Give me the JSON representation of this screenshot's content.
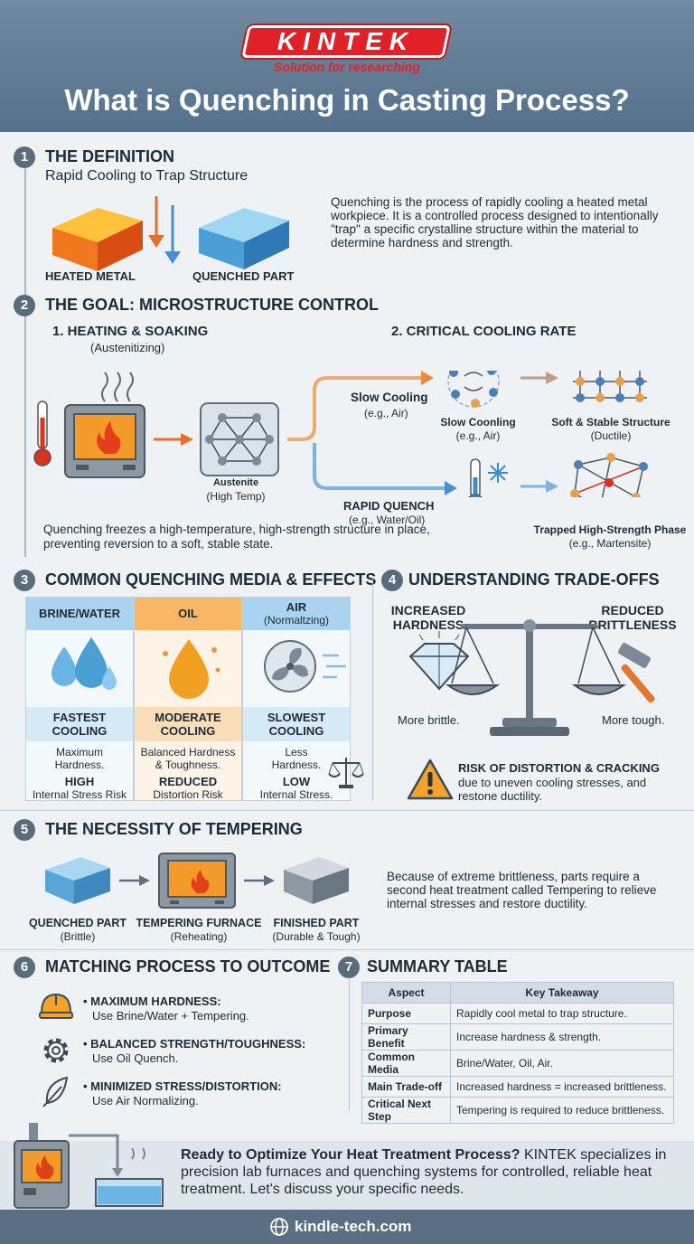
{
  "brand": {
    "logo": "KINTEK",
    "tagline": "Solution for researching"
  },
  "title": "What is Quenching in Casting Process?",
  "s1": {
    "num": "1",
    "title": "THE DEFINITION",
    "subtitle": "Rapid Cooling to Trap Structure",
    "heated_label": "HEATED METAL",
    "quenched_label": "QUENCHED PART",
    "description": "Quenching is the process of rapidly cooling a heated metal workpiece. It is a controlled process designed to intentionally \"trap\" a specific crystalline structure within the material to determine hardness and strength."
  },
  "s2": {
    "num": "2",
    "title": "THE GOAL: MICROSTRUCTURE CONTROL",
    "step1_title": "1. HEATING & SOAKING",
    "step1_sub": "(Austenitizing)",
    "step2_title": "2. CRITICAL COOLING RATE",
    "austenite": "Austenite",
    "austenite_sub": "(High Temp)",
    "slow_cooling": "Slow Cooling",
    "slow_cooling_sub": "(e.g., Air)",
    "slow_coonling": "Slow Coonling",
    "slow_coonling_sub": "(e.g., Air)",
    "soft_stable": "Soft & Stable Structure",
    "soft_stable_sub": "(Ductile)",
    "rapid_quench": "RAPID QUENCH",
    "rapid_quench_sub": "(e.g., Water/Oil)",
    "trapped": "Trapped High-Strength Phase",
    "trapped_sub": "(e.g., Martensite)",
    "note": "Quenching freezes a high-temperature, high-strength structure in place, preventing reversion to a soft, stable state."
  },
  "s3": {
    "num": "3",
    "title": "COMMON QUENCHING MEDIA & EFFECTS",
    "columns": [
      {
        "header": "BRINE/WATER",
        "header_sub": "",
        "rate": "FASTEST COOLING",
        "effect": "Maximum Hardness.",
        "risk_level": "HIGH",
        "risk": "Internal Stress Risk",
        "color": "#cfe5f3"
      },
      {
        "header": "OIL",
        "header_sub": "",
        "rate": "MODERATE COOLING",
        "effect": "Balanced Hardness & Toughness.",
        "risk_level": "REDUCED",
        "risk": "Distortion Risk",
        "color": "#f9d9b0"
      },
      {
        "header": "AIR",
        "header_sub": "(Normaltzing)",
        "rate": "SLOWEST COOLING",
        "effect": "Less Hardness.",
        "risk_level": "LOW",
        "risk": "Internal Stress.",
        "color": "#cfe5f3"
      }
    ]
  },
  "s4": {
    "num": "4",
    "title": "UNDERSTANDING TRADE-OFFS",
    "left_label": "INCREASED HARDNESS",
    "right_label": "REDUCED BRITTLENESS",
    "left_note": "More brittle.",
    "right_note": "More tough.",
    "risk_title": "RISK OF DISTORTION & CRACKING",
    "risk_text": "due to uneven cooling stresses, and restone ductility."
  },
  "s5": {
    "num": "5",
    "title": "THE NECESSITY OF TEMPERING",
    "steps": [
      {
        "label": "QUENCHED PART",
        "sub": "(Brittle)"
      },
      {
        "label": "TEMPERING FURNACE",
        "sub": "(Reheating)"
      },
      {
        "label": "FINISHED PART",
        "sub": "(Durable & Tough)"
      }
    ],
    "description": "Because of extreme brittleness, parts require a second heat treatment called Tempering to relieve internal stresses and restore ductility."
  },
  "s6": {
    "num": "6",
    "title": "MATCHING PROCESS TO OUTCOME",
    "items": [
      {
        "title": "• MAXIMUM HARDNESS:",
        "text": "Use Brine/Water + Tempering.",
        "icon": "hardhat-icon"
      },
      {
        "title": "• BALANCED STRENGTH/TOUGHNESS:",
        "text": "Use Oil Quench.",
        "icon": "gear-icon"
      },
      {
        "title": "• MINIMIZED STRESS/DISTORTION:",
        "text": "Use Air Normalizing.",
        "icon": "feather-icon"
      }
    ]
  },
  "s7": {
    "num": "7",
    "title": "SUMMARY TABLE",
    "headers": [
      "Aspect",
      "Key Takeaway"
    ],
    "rows": [
      [
        "Purpose",
        "Rapidly cool metal to trap structure."
      ],
      [
        "Primary Benefit",
        "Increase hardness & strength."
      ],
      [
        "Common Media",
        "Brine/Water, Oil, Air."
      ],
      [
        "Main Trade-off",
        "Increased hardness = increased brittleness."
      ],
      [
        "Critical Next Step",
        "Tempering is required to reduce brittleness."
      ]
    ]
  },
  "cta": {
    "bold": "Ready to Optimize Your Heat Treatment Process?",
    "text": " KINTEK specializes in precision lab furnaces and quenching systems for controlled, reliable heat treatment. Let's discuss your specific needs."
  },
  "footer": {
    "url": "kindle-tech.com"
  },
  "colors": {
    "brand_red": "#e02228",
    "header_blue": "#5f7b94",
    "hot_orange": "#f07a1e",
    "cool_blue": "#4fa3d8"
  }
}
